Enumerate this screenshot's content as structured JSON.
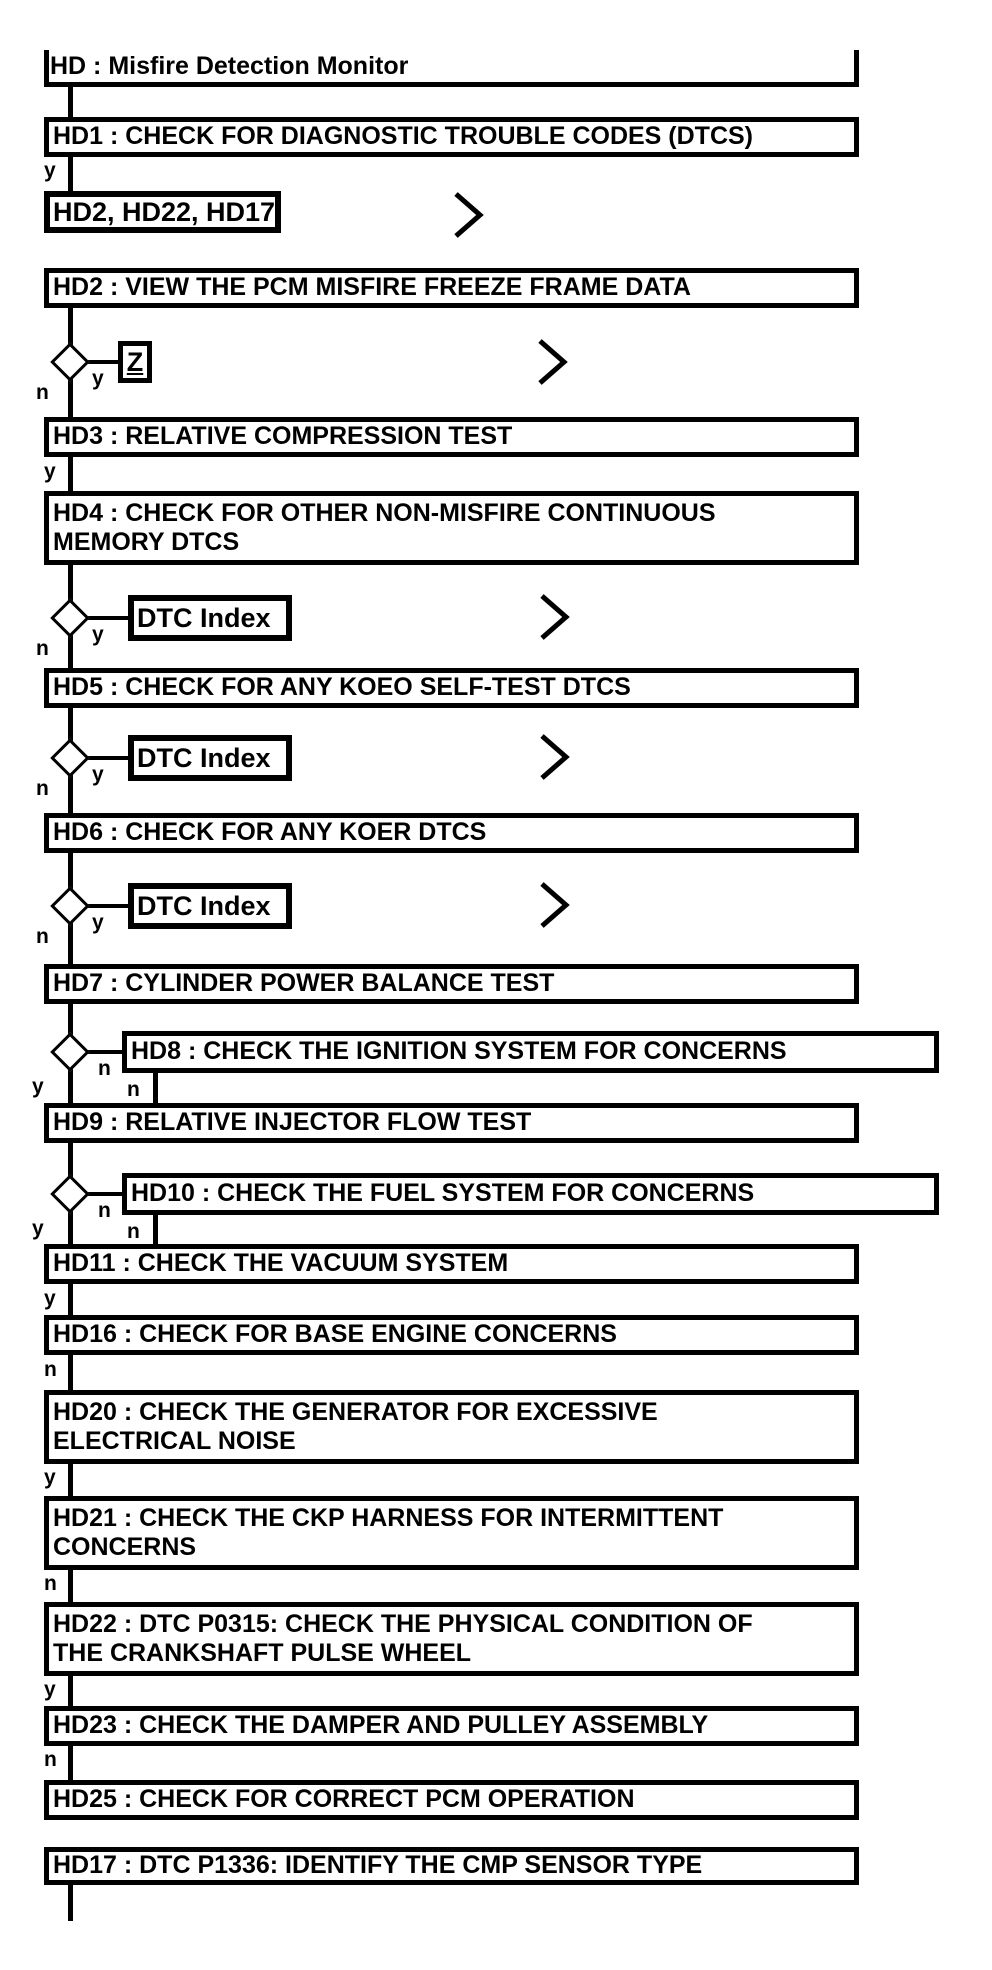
{
  "flowchart": {
    "title": "HD : Misfire Detection Monitor",
    "branch_labels": {
      "yes": "y",
      "no": "n"
    },
    "steps": {
      "hd1": "HD1 : CHECK FOR DIAGNOSTIC TROUBLE CODES (DTCS)",
      "hd2": "HD2 : VIEW THE PCM MISFIRE FREEZE FRAME DATA",
      "hd3": "HD3 : RELATIVE COMPRESSION TEST",
      "hd4": {
        "line1": "HD4 : CHECK FOR OTHER NON-MISFIRE CONTINUOUS",
        "line2": "MEMORY DTCS"
      },
      "hd5": "HD5 : CHECK FOR ANY KOEO SELF-TEST DTCS",
      "hd6": "HD6 : CHECK FOR ANY KOER DTCS",
      "hd7": "HD7 : CYLINDER POWER BALANCE TEST",
      "hd8": "HD8 : CHECK THE IGNITION SYSTEM FOR CONCERNS",
      "hd9": "HD9 : RELATIVE INJECTOR FLOW TEST",
      "hd10": "HD10 : CHECK THE FUEL SYSTEM FOR CONCERNS",
      "hd11": "HD11 : CHECK THE VACUUM SYSTEM",
      "hd16": "HD16 : CHECK FOR BASE ENGINE CONCERNS",
      "hd20": {
        "line1": "HD20 : CHECK THE GENERATOR FOR EXCESSIVE",
        "line2": "ELECTRICAL NOISE"
      },
      "hd21": {
        "line1": "HD21 : CHECK THE CKP HARNESS FOR INTERMITTENT",
        "line2": "CONCERNS"
      },
      "hd22": {
        "line1": "HD22 : DTC P0315: CHECK THE PHYSICAL CONDITION OF",
        "line2": "THE CRANKSHAFT PULSE WHEEL"
      },
      "hd23": "HD23 : CHECK THE DAMPER AND PULLEY ASSEMBLY",
      "hd25": "HD25 : CHECK FOR CORRECT PCM OPERATION",
      "hd17": "HD17 : DTC P1336: IDENTIFY THE CMP SENSOR TYPE"
    },
    "references": {
      "goto_list": "HD2, HD22, HD17",
      "z_connector": "Z",
      "dtc_index": "DTC Index"
    },
    "colors": {
      "line": "#000000",
      "background": "#ffffff"
    }
  }
}
